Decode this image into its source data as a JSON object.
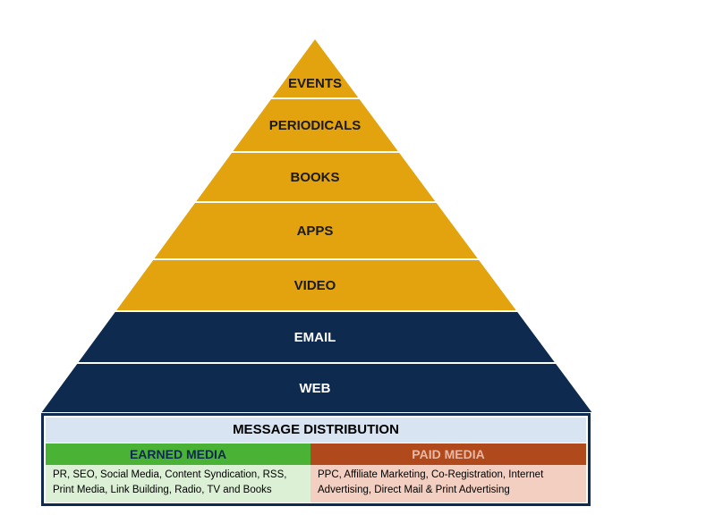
{
  "pyramid": {
    "tiers": [
      {
        "label": "EVENTS",
        "fill": "#e2a30f",
        "text_color": "#1a1a1a"
      },
      {
        "label": "PERIODICALS",
        "fill": "#e2a30f",
        "text_color": "#1a1a1a"
      },
      {
        "label": "BOOKS",
        "fill": "#e2a30f",
        "text_color": "#1a1a1a"
      },
      {
        "label": "APPS",
        "fill": "#e2a30f",
        "text_color": "#1a1a1a"
      },
      {
        "label": "VIDEO",
        "fill": "#e2a30f",
        "text_color": "#1a1a1a"
      },
      {
        "label": "EMAIL",
        "fill": "#0e2a4f",
        "text_color": "#ffffff"
      },
      {
        "label": "WEB",
        "fill": "#0e2a4f",
        "text_color": "#ffffff"
      }
    ]
  },
  "distribution": {
    "title": "MESSAGE DISTRIBUTION",
    "earned": {
      "title": "EARNED MEDIA",
      "title_color": "#0e2a4f",
      "line1": "PR, SEO, Social Media, Content Syndication, RSS,",
      "line2": "Print Media, Link Building, Radio, TV and Books"
    },
    "paid": {
      "title": "PAID MEDIA",
      "title_color": "#e9b8a4",
      "line1": "PPC, Affiliate Marketing, Co-Registration, Internet",
      "line2": "Advertising, Direct Mail & Print Advertising"
    }
  }
}
